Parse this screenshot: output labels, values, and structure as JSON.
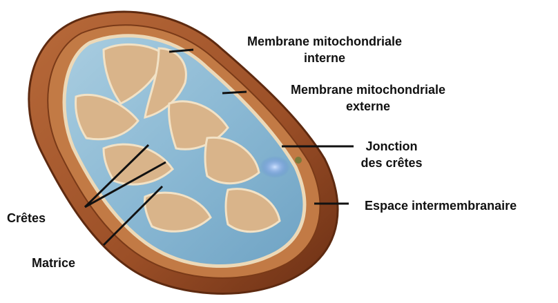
{
  "figure": {
    "labels": {
      "membrane_interne": [
        "Membrane mitochondriale",
        "interne"
      ],
      "membrane_externe": [
        "Membrane mitochondriale",
        "externe"
      ],
      "jonction": [
        "Jonction",
        "des crêtes"
      ],
      "espace": "Espace intermembranaire",
      "cretes": "Crêtes",
      "matrice": "Matrice"
    },
    "colors": {
      "outer_membrane": "#a3542a",
      "outer_membrane_dark": "#6b2f14",
      "intermembrane_space": "#c27a45",
      "inner_membrane": "#e8d2b0",
      "crista_fold": "#d9b48a",
      "matrix": "#8fbcd6",
      "matrix_light": "#b7d7e8",
      "leader_line": "#111111"
    }
  }
}
